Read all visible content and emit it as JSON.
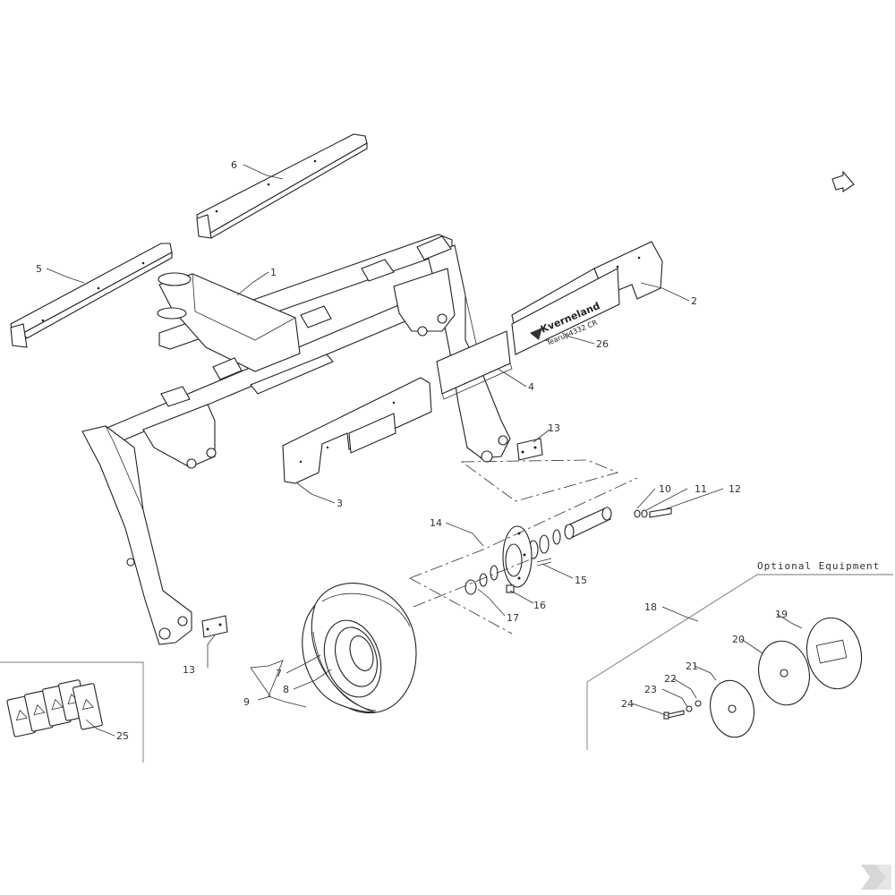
{
  "callouts": {
    "c1": "1",
    "c2": "2",
    "c3": "3",
    "c4": "4",
    "c5": "5",
    "c6": "6",
    "c7": "7",
    "c8": "8",
    "c9": "9",
    "c10": "10",
    "c11": "11",
    "c12": "12",
    "c13a": "13",
    "c13b": "13",
    "c14": "14",
    "c15": "15",
    "c16": "16",
    "c17": "17",
    "c18": "18",
    "c19": "19",
    "c20": "20",
    "c21": "21",
    "c22": "22",
    "c23": "23",
    "c24": "24",
    "c25": "25",
    "c26": "26"
  },
  "optional_equipment_label": "Optional Equipment",
  "shield_brand": "Kverneland",
  "shield_model": "Tearup4332 CR",
  "colors": {
    "line": "#222222",
    "label": "#333333",
    "logo": "#d7d7d7"
  },
  "icons": {
    "orientation_arrow": "arrow-icon",
    "corner_logo": "k-logo-icon"
  }
}
